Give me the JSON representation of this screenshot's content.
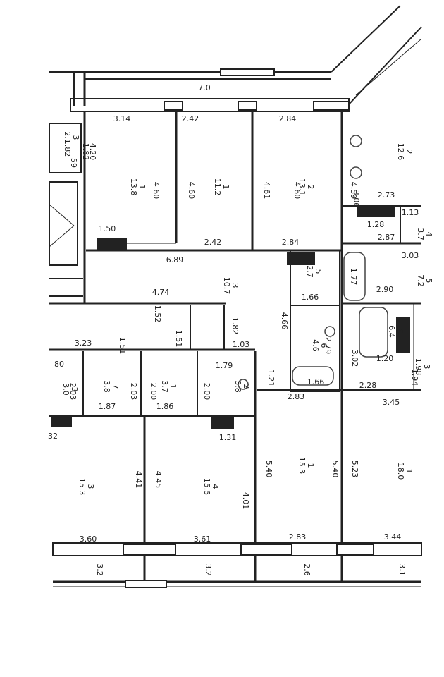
{
  "colors": {
    "wall": "#222222",
    "paper": "#ffffff",
    "line": "#333333"
  },
  "dimensions_h": [
    "7.0",
    "3.14",
    "2.42",
    "2.84",
    "2.42",
    "2.84",
    "6.89",
    "1.50",
    "4.74",
    "3.23",
    "1.03",
    "1.87",
    "1.86",
    "1.79",
    "1.31",
    "2.83",
    "1.66",
    "1.66",
    "2.73",
    "1.13",
    "1.28",
    "2.87",
    "3.03",
    "2.90",
    "2.28",
    "3.45",
    "3.60",
    "3.61",
    "2.83",
    "3.44",
    "1.20",
    "32",
    "80"
  ],
  "dimensions_v": [
    "4.20",
    "4.60",
    "4.60",
    "4.61",
    "4.60",
    "4.59",
    "3.06",
    "1.77",
    "4.66",
    "1.82",
    "1.52",
    "1.51",
    "1.51",
    "1.82",
    "2.03",
    "2.03",
    "2.00",
    "2.00",
    "1.21",
    "3.02",
    "5.40",
    "5.40",
    "5.23",
    "4.41",
    "4.45",
    "4.01",
    "3.2",
    "3.2",
    "2.6",
    "3.1",
    "2.79",
    "1.82",
    "59",
    "1.94"
  ],
  "room_areas": [
    "13.8",
    "11.2",
    "13.1",
    "12.6",
    "10.7",
    "3.7",
    "2.7",
    "7.2",
    "4.6",
    "6.4",
    "3.8",
    "3.7",
    "3.8",
    "3.0",
    "15.3",
    "15.5",
    "15.3",
    "18.0",
    "1.98",
    "2.1"
  ],
  "room_numbers": [
    "1",
    "1",
    "2",
    "2",
    "3",
    "4",
    "5",
    "5",
    "6",
    "6",
    "7",
    "1",
    "2",
    "3",
    "3",
    "4",
    "1",
    "1",
    "3",
    "3"
  ]
}
